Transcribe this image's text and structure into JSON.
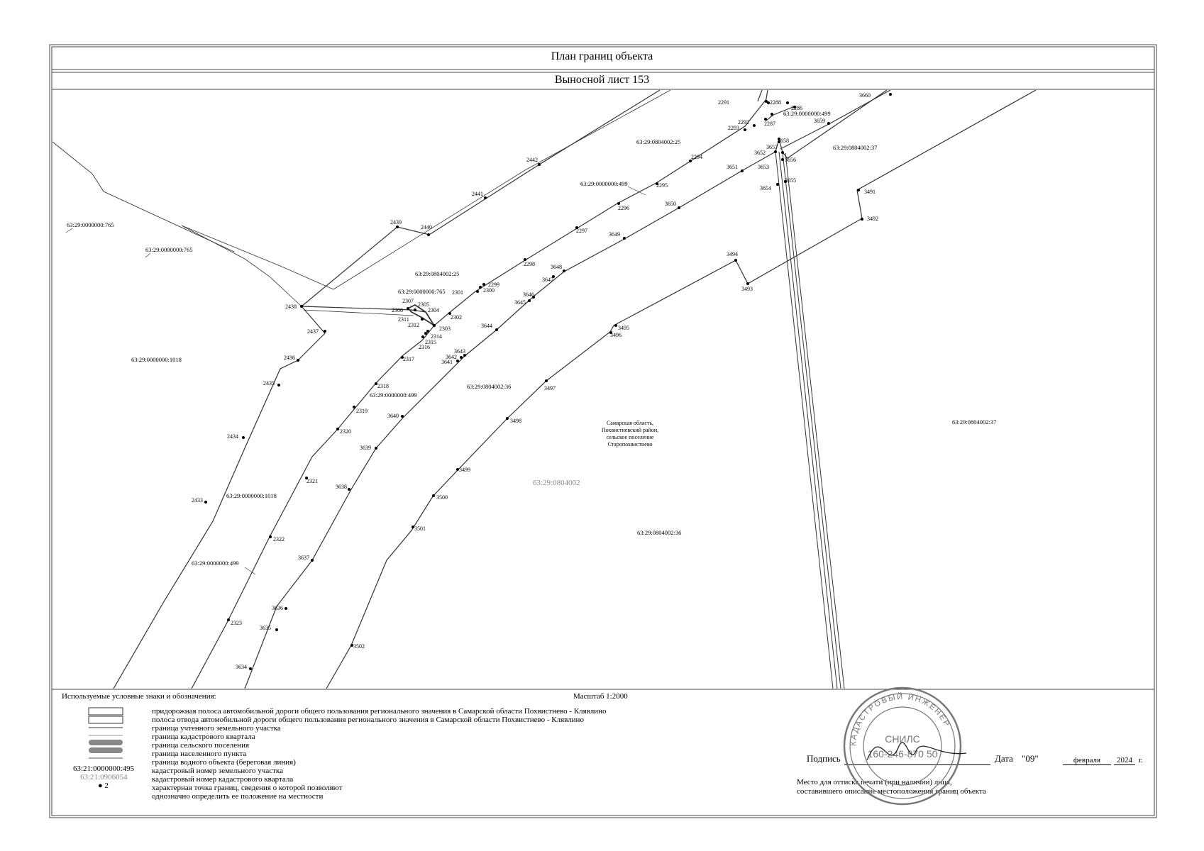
{
  "header": {
    "title": "План границ объекта",
    "subtitle": "Выносной лист 153"
  },
  "map": {
    "parcels": {
      "p765a": "63:29:0000000:765",
      "p765b": "63:29:0000000:765",
      "p765c": "63:29:0000000:765",
      "p1018a": "63:29:0000000:1018",
      "p1018b": "63:29:0000000:1018",
      "p499a": "63:29:0000000:499",
      "p499b": "63:29:0000000:499",
      "p499c": "63:29:0000000:499",
      "p499d": "63:29:0000000:499",
      "p25a": "63:29:0804002:25",
      "p25b": "63:29:0804002:25",
      "p36a": "63:29:0804002:36",
      "p36b": "63:29:0804002:36",
      "p37a": "63:29:0804002:37",
      "p37b": "63:29:0804002:37"
    },
    "quarter": "63:29:0804002",
    "locality": [
      "Самарская область,",
      "Похвистневский район,",
      "сельское поселение",
      "Старопохвистнево"
    ]
  },
  "legend": {
    "title": "Используемые условные знаки и обозначения:",
    "scale": "Масштаб 1:2000",
    "items": [
      "придорожная полоса автомобильной дороги общего пользования регионального значения в Самарской области Похвистнево - Клявлино",
      "полоса отвода автомобильной дороги общего пользования регионального значения в Самарской области Похвистнево - Клявлино",
      "граница учтенного земельного участка",
      "граница кадастрового квартала",
      "граница сельского поселения",
      "граница населенного пункта",
      "граница водного объекта (береговая линия)",
      "кадастровый номер земельного участка",
      "кадастровый номер кадастрового квартала",
      "характерная точка границ, сведения о которой позволяют",
      "однозначно определить ее положение на местности"
    ],
    "sample_parcel": "63:21:0000000:495",
    "sample_quarter": "63:21:0906054",
    "sample_point": "2"
  },
  "signature": {
    "label": "Подпись",
    "date_label": "Дата",
    "day": "09",
    "month": "февраля",
    "year": "2024",
    "year_suffix": "г.",
    "note_1": "Место для оттиска печати (при наличии) лица,",
    "note_2": "составившего описание местоположения границ объекта"
  },
  "stamp": {
    "snils_label": "СНИЛС",
    "snils_number": "160-246-870 50",
    "ring_text": "КАДАСТРОВЫЙ ИНЖЕНЕР"
  },
  "colors": {
    "line": "#333333",
    "label_grey": "#888888"
  }
}
